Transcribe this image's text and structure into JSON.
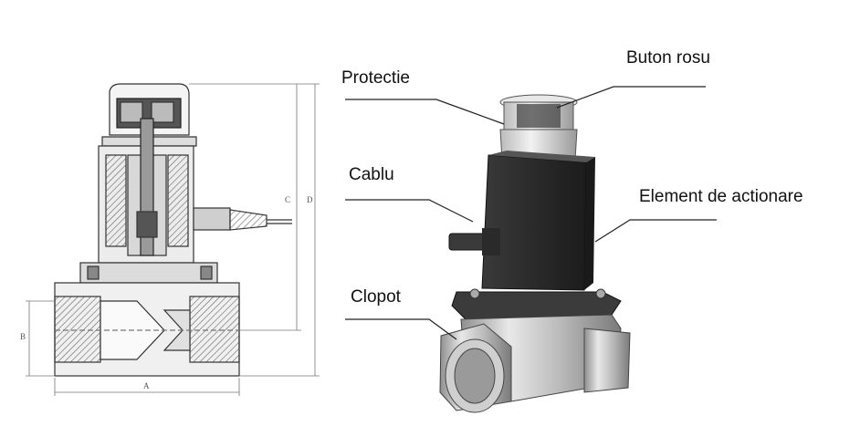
{
  "technical_drawing": {
    "dimension_labels": {
      "a": "A",
      "b": "B",
      "c": "C",
      "d": "D"
    }
  },
  "callouts": [
    {
      "id": "protectie",
      "text": "Protectie"
    },
    {
      "id": "buton-rosu",
      "text": "Buton rosu"
    },
    {
      "id": "cablu",
      "text": "Cablu"
    },
    {
      "id": "element-actionare",
      "text": "Element de actionare"
    },
    {
      "id": "clopot",
      "text": "Clopot"
    }
  ],
  "colors": {
    "ink": "#111111",
    "metal": "#c9c9c9",
    "body_dark": "#2e2e2e"
  }
}
